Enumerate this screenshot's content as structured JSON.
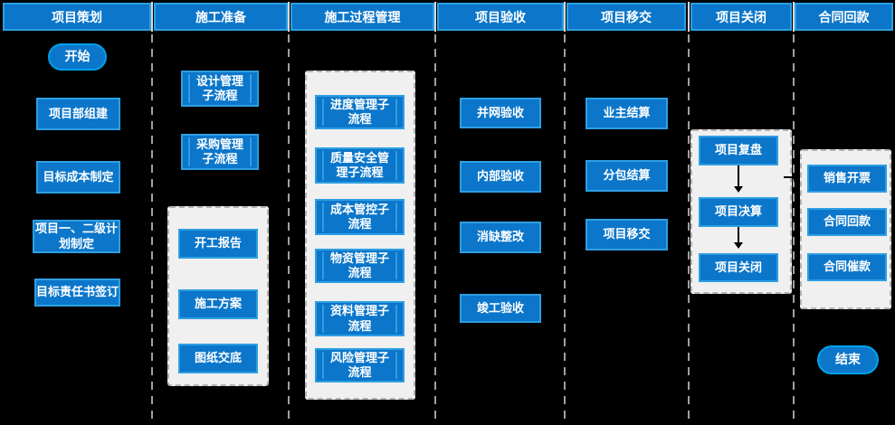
{
  "colors": {
    "background": "#000000",
    "box_fill": "#0b76ca",
    "box_border": "#2e9fe2",
    "pill_border": "#00a2e9",
    "container_fill": "#f0f0f0",
    "container_border": "#b3b3b3",
    "divider": "#a0a0a0",
    "text": "#ffffff",
    "arrow": "#000000"
  },
  "lanes": [
    {
      "header": "项目策划",
      "items": [
        "开始",
        "项目部组建",
        "目标成本制定",
        "项目一、二级计\n划制定",
        "目标责任书签订"
      ]
    },
    {
      "header": "施工准备",
      "items": [
        "设计管理\n子流程",
        "采购管理\n子流程"
      ],
      "container_items": [
        "开工报告",
        "施工方案",
        "图纸交底"
      ]
    },
    {
      "header": "施工过程管理",
      "container_items": [
        "进度管理子\n流程",
        "质量安全管\n理子流程",
        "成本管控子\n流程",
        "物资管理子\n流程",
        "资料管理子\n流程",
        "风险管理子\n流程"
      ]
    },
    {
      "header": "项目验收",
      "items": [
        "并网验收",
        "内部验收",
        "消缺整改",
        "竣工验收"
      ]
    },
    {
      "header": "项目移交",
      "items": [
        "业主结算",
        "分包结算",
        "项目移交"
      ]
    },
    {
      "header": "项目关闭",
      "container_items": [
        "项目复盘",
        "项目决算",
        "项目关闭"
      ]
    },
    {
      "header": "合同回款",
      "container_items": [
        "销售开票",
        "合同回款",
        "合同催款"
      ],
      "end_label": "结束"
    }
  ],
  "connections": [
    {
      "from": "项目复盘",
      "to": "项目决算"
    },
    {
      "from": "项目决算",
      "to": "项目关闭"
    },
    {
      "to": "销售开票",
      "direction": "right"
    }
  ]
}
